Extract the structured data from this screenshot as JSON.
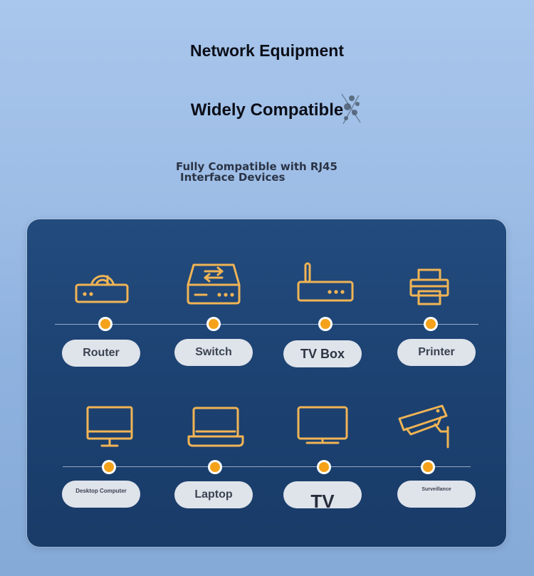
{
  "header": {
    "title": "Network Equipment",
    "subtitle": "Widely Compatible",
    "description_line1": "Fully Compatible with RJ45",
    "description_line2": "Interface Devices"
  },
  "devices": [
    {
      "label": "Router",
      "icon": "router-icon"
    },
    {
      "label": "Switch",
      "icon": "switch-icon"
    },
    {
      "label": "TV Box",
      "icon": "tv-box-icon"
    },
    {
      "label": "Printer",
      "icon": "printer-icon"
    },
    {
      "label": "Desktop Computer",
      "icon": "desktop-computer-icon"
    },
    {
      "label": "Laptop",
      "icon": "laptop-icon"
    },
    {
      "label": "TV",
      "icon": "tv-icon"
    },
    {
      "label": "Surveillance",
      "icon": "surveillance-camera-icon"
    }
  ],
  "colors": {
    "accent": "#f5a21a",
    "icon_stroke": "#f0b455",
    "panel": "#1f4676",
    "pill": "#dfe3ea"
  }
}
